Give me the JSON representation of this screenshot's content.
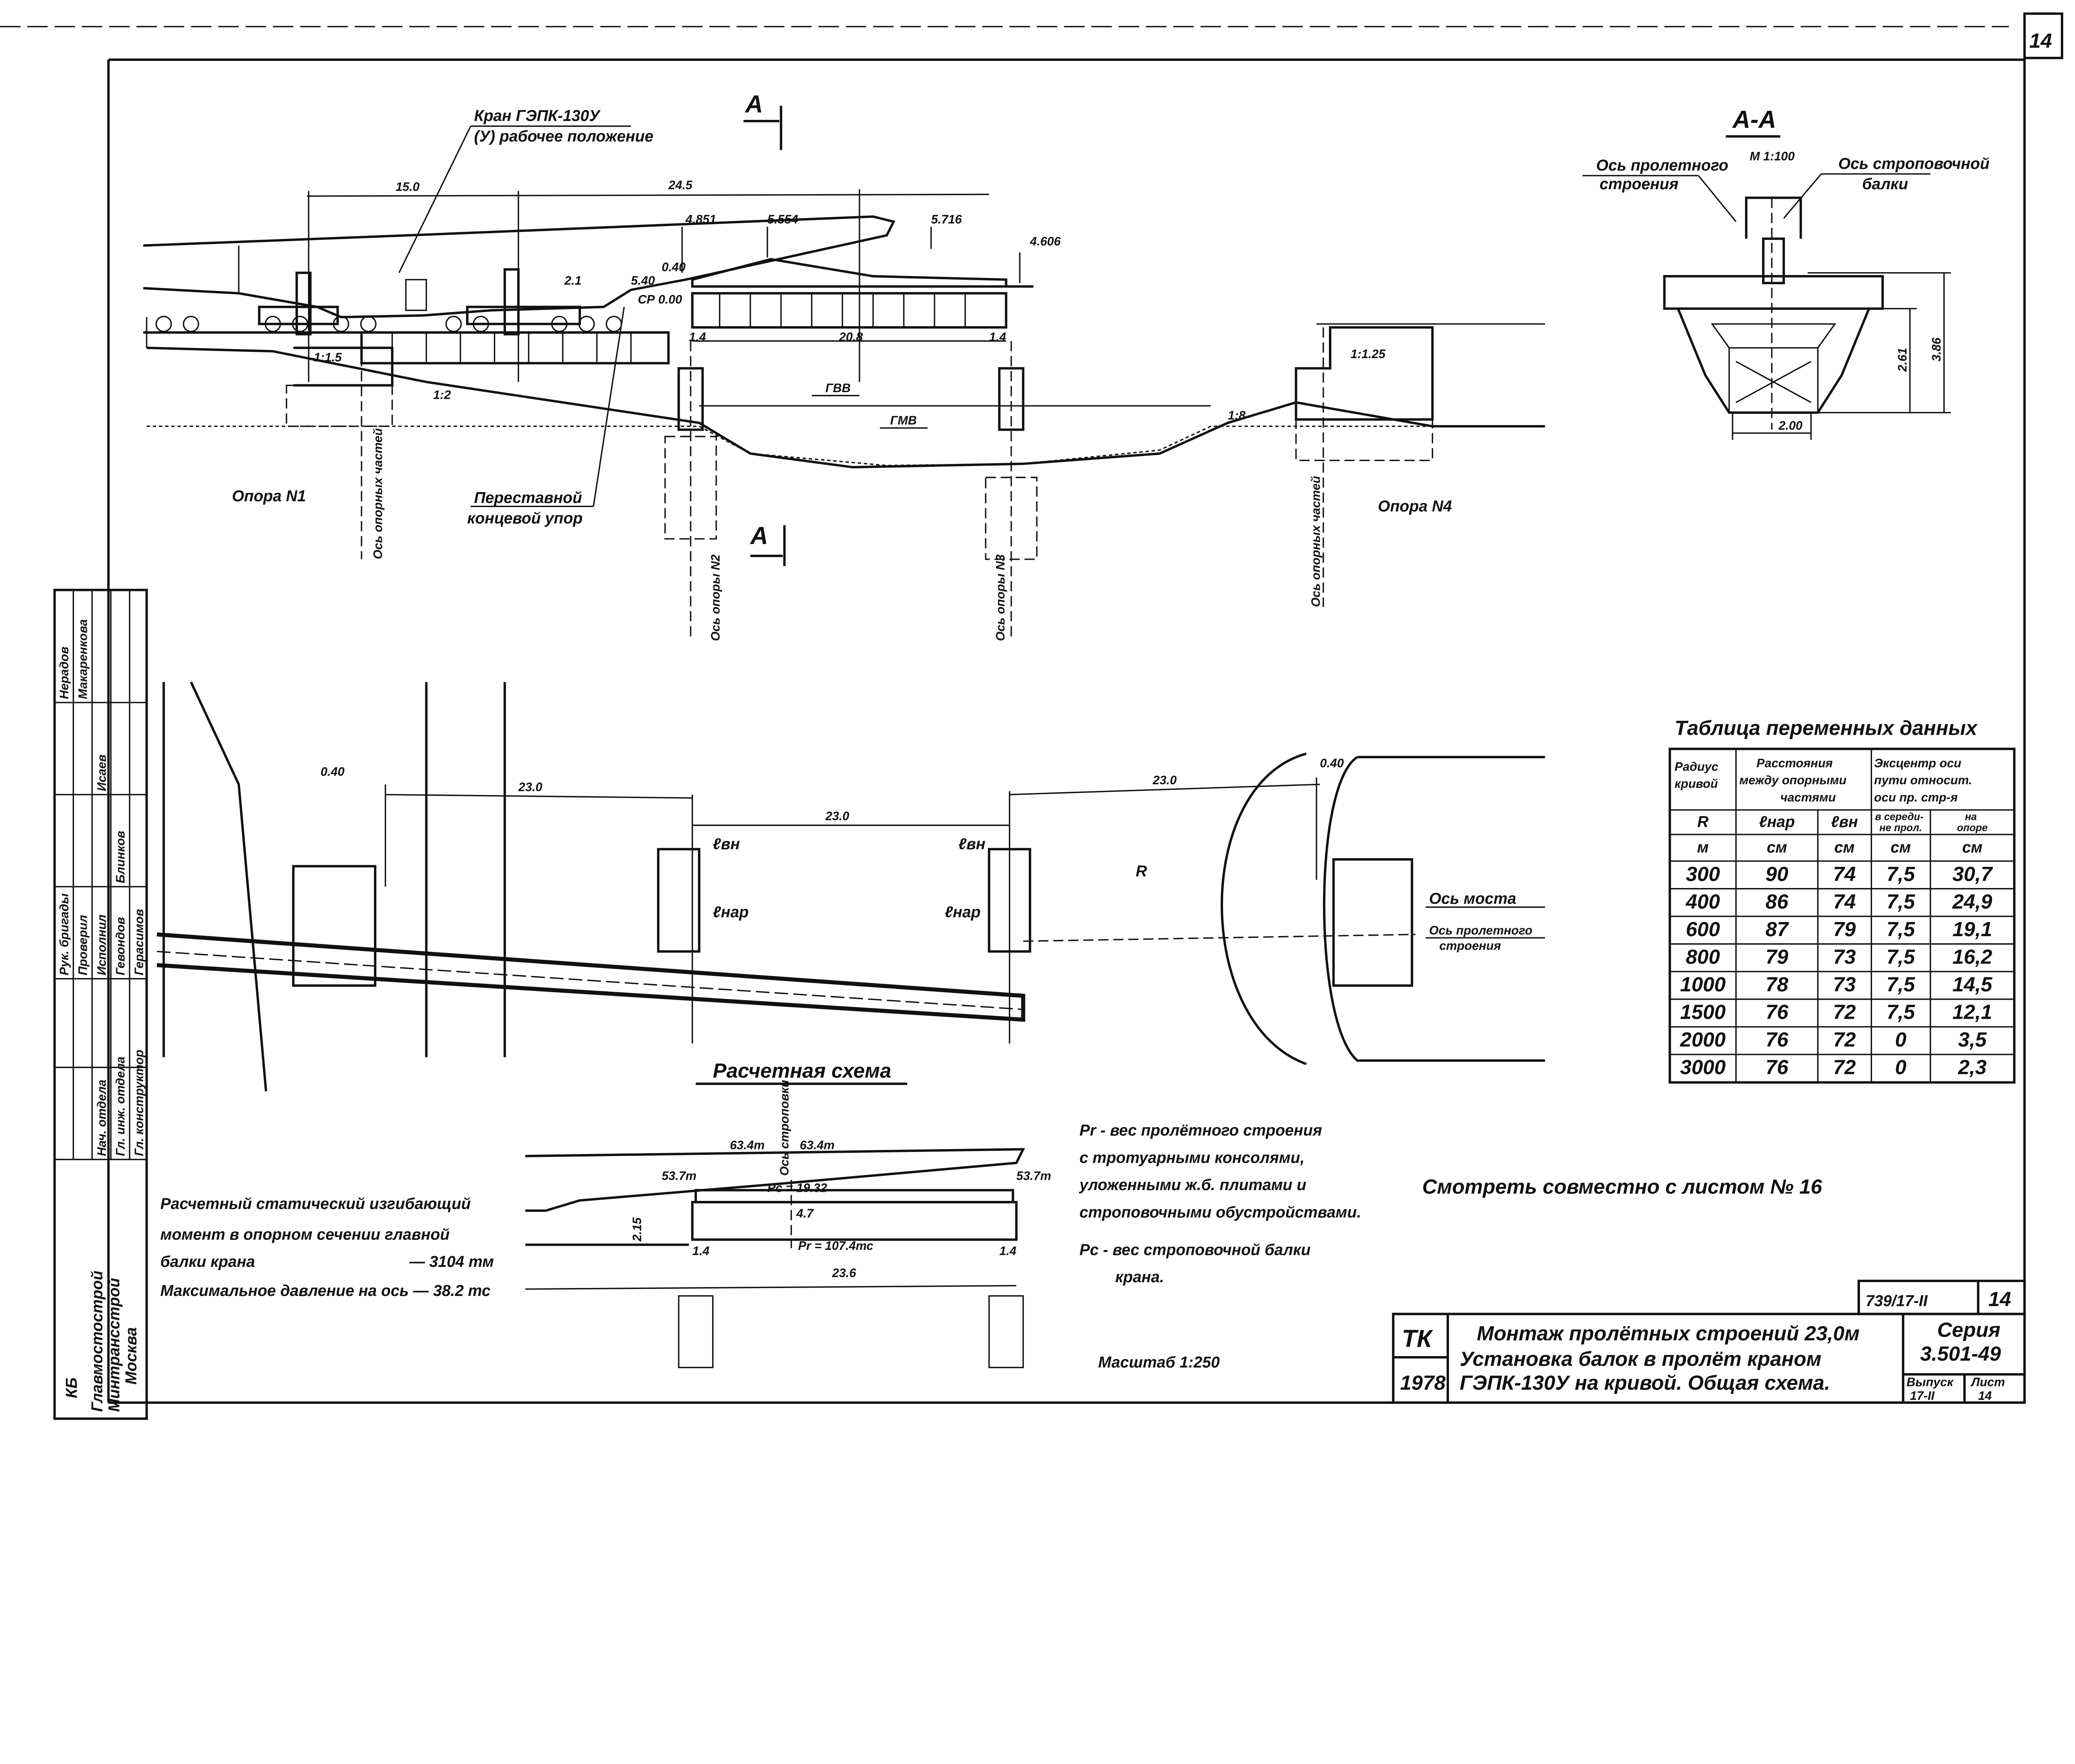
{
  "sheet_corner_number": "14",
  "elevation": {
    "crane_label": "Кран ГЭПК-130У",
    "crane_position": "(У) рабочее положение",
    "section_mark": "А",
    "dims": {
      "d1": "15.0",
      "d2": "24.5",
      "d3": "2.1",
      "d4": "5.40",
      "d5": "20.8",
      "d6": "1.4",
      "d7": "1.4",
      "d8": "0.40"
    },
    "levels": {
      "l1": "4.851",
      "l2": "5.554",
      "l3": "5.716",
      "l4": "4.606",
      "l5": "СР 0.00"
    },
    "water": {
      "high": "ГВВ",
      "low": "ГМВ"
    },
    "slopes": {
      "s1": "1:1.5",
      "s2": "1:2",
      "s3": "1:1.25",
      "s4": "1:8"
    },
    "support1": "Опора N1",
    "support4": "Опора N4",
    "stop_label_1": "Переставной",
    "stop_label_2": "концевой упор",
    "axis_bearings_1": "Ось опорных частей",
    "axis_support2": "Ось опоры N2",
    "axis_support3": "Ось опоры N3",
    "axis_bearings_4": "Ось опорных частей"
  },
  "section": {
    "title": "А-А",
    "scale": "М 1:100",
    "axis_span_1": "Ось пролетного",
    "axis_span_2": "строения",
    "axis_beam_1": "Ось строповочной",
    "axis_beam_2": "балки",
    "dim_width": "2.00",
    "dim_h1": "2.61",
    "dim_h2": "3.86"
  },
  "plan": {
    "d_left": "23.0",
    "d_mid": "23.0",
    "d_right": "23.0",
    "off_left": "0.40",
    "off_right": "0.40",
    "l_in_1": "ℓвн",
    "l_in_2": "ℓвн",
    "l_out_1": "ℓнар",
    "l_out_2": "ℓнар",
    "radius": "R",
    "axis_bridge": "Ось моста",
    "axis_span_1": "Ось пролетного",
    "axis_span_2": "строения"
  },
  "calc": {
    "title": "Расчетная схема",
    "axis": "Ось строповки",
    "f1": "63.4т",
    "f2": "63.4т",
    "r1": "53.7т",
    "r2": "53.7т",
    "pc": "Pc = 19.32",
    "w": "4.7",
    "h": "2.15",
    "pr": "Pr = 107.4тс",
    "a1": "1.4",
    "a2": "1.4",
    "span": "23.6"
  },
  "notes": {
    "moment_1": "Расчетный статический изгибающий",
    "moment_2": "момент в опорном сечении главной",
    "moment_3": "балки крана",
    "moment_value": "— 3104 тм",
    "pressure": "Максимальное давление на ось — 38.2 тс",
    "pr_1": "Pr - вес пролётного строения",
    "pr_2": "с тротуарными консолями,",
    "pr_3": "уложенными ж.б. плитами и",
    "pr_4": "строповочными обустройствами.",
    "pc_1": "Pc - вес строповочной балки",
    "pc_2": "крана.",
    "see_also": "Смотреть совместно с листом № 16",
    "scale": "Масштаб 1:250"
  },
  "table": {
    "title": "Таблица переменных данных",
    "h_radius_1": "Радиус",
    "h_radius_2": "кривой",
    "h_dist_1": "Расстояния",
    "h_dist_2": "между опорными",
    "h_dist_3": "частями",
    "h_ecc_1": "Эксцентр оси",
    "h_ecc_2": "пути относит.",
    "h_ecc_3": "оси пр. стр-я",
    "sub": [
      "R",
      "ℓнар",
      "ℓвн",
      "в середи- не прол.",
      "на опоре"
    ],
    "units": [
      "м",
      "см",
      "см",
      "см",
      "см"
    ],
    "rows": [
      [
        "300",
        "90",
        "74",
        "7,5",
        "30,7"
      ],
      [
        "400",
        "86",
        "74",
        "7,5",
        "24,9"
      ],
      [
        "600",
        "87",
        "79",
        "7,5",
        "19,1"
      ],
      [
        "800",
        "79",
        "73",
        "7,5",
        "16,2"
      ],
      [
        "1000",
        "78",
        "73",
        "7,5",
        "14,5"
      ],
      [
        "1500",
        "76",
        "72",
        "7,5",
        "12,1"
      ],
      [
        "2000",
        "76",
        "72",
        "0",
        "3,5"
      ],
      [
        "3000",
        "76",
        "72",
        "0",
        "2,3"
      ]
    ]
  },
  "title_block": {
    "code": "ТК",
    "year": "1978",
    "title_1": "Монтаж пролётных строений 23,0м",
    "title_2": "Установка балок в пролёт краном",
    "title_3": "ГЭПК-130У на кривой. Общая схема.",
    "doc_number": "739/17-II",
    "sheet_top": "14",
    "series_label": "Серия",
    "series_value": "3.501-49",
    "issue_label": "Выпуск",
    "issue_value": "17-II",
    "sheet_label": "Лист",
    "sheet_value": "14"
  },
  "stamp": {
    "org_1": "Главмостострой",
    "org_2": "Минтрансстрой",
    "org_3": "Москва",
    "logo": "КБ",
    "roles": [
      "Нач. отдела",
      "Гл. инж. отдела",
      "Гл. конструктор",
      "Рук. бригады",
      "Проверил",
      "Исполнил"
    ],
    "names": [
      "Гевондов",
      "Герасимов",
      "Блинков",
      "Исаев",
      "Нерадов",
      "Макаренкова"
    ]
  }
}
